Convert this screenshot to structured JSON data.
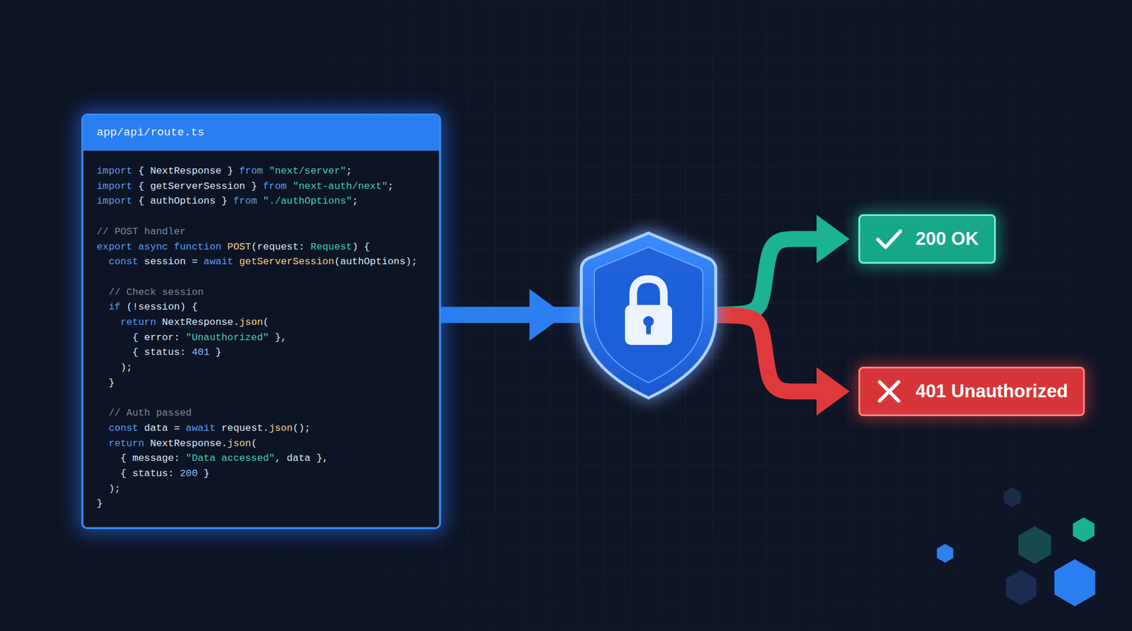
{
  "diagram": {
    "nodes": [
      {
        "text": [
          "app/api/route.ts",
          "import { NextResponse } from \"next/server\";",
          "import { getServerSession } from \"next-auth/next\";",
          "import { authOptions } from \"./authOptions\";",
          "// POST handler",
          "export async function POST(request: Request) {",
          "const session = await getServerSession(authOptions);",
          "// Check session",
          "if (!session) {",
          "return NextResponse.json(",
          "{ error: \"Unauthorized\" },",
          "{ status: 401 }",
          ");",
          "}",
          "// Auth passed",
          "const data = await request.json();",
          "return NextResponse.json(",
          "{ message: \"Data accessed\", data },",
          "{ status: 200 }",
          ");",
          "}"
        ]
      },
      {
        "text": [
          "200 OK"
        ]
      },
      {
        "text": [
          "401 Unauthorized"
        ]
      }
    ],
    "edges": [
      {
        "from": 0,
        "to": 1,
        "arrow": "to"
      },
      {
        "from": 0,
        "to": 2,
        "arrow": "to"
      }
    ]
  }
}
